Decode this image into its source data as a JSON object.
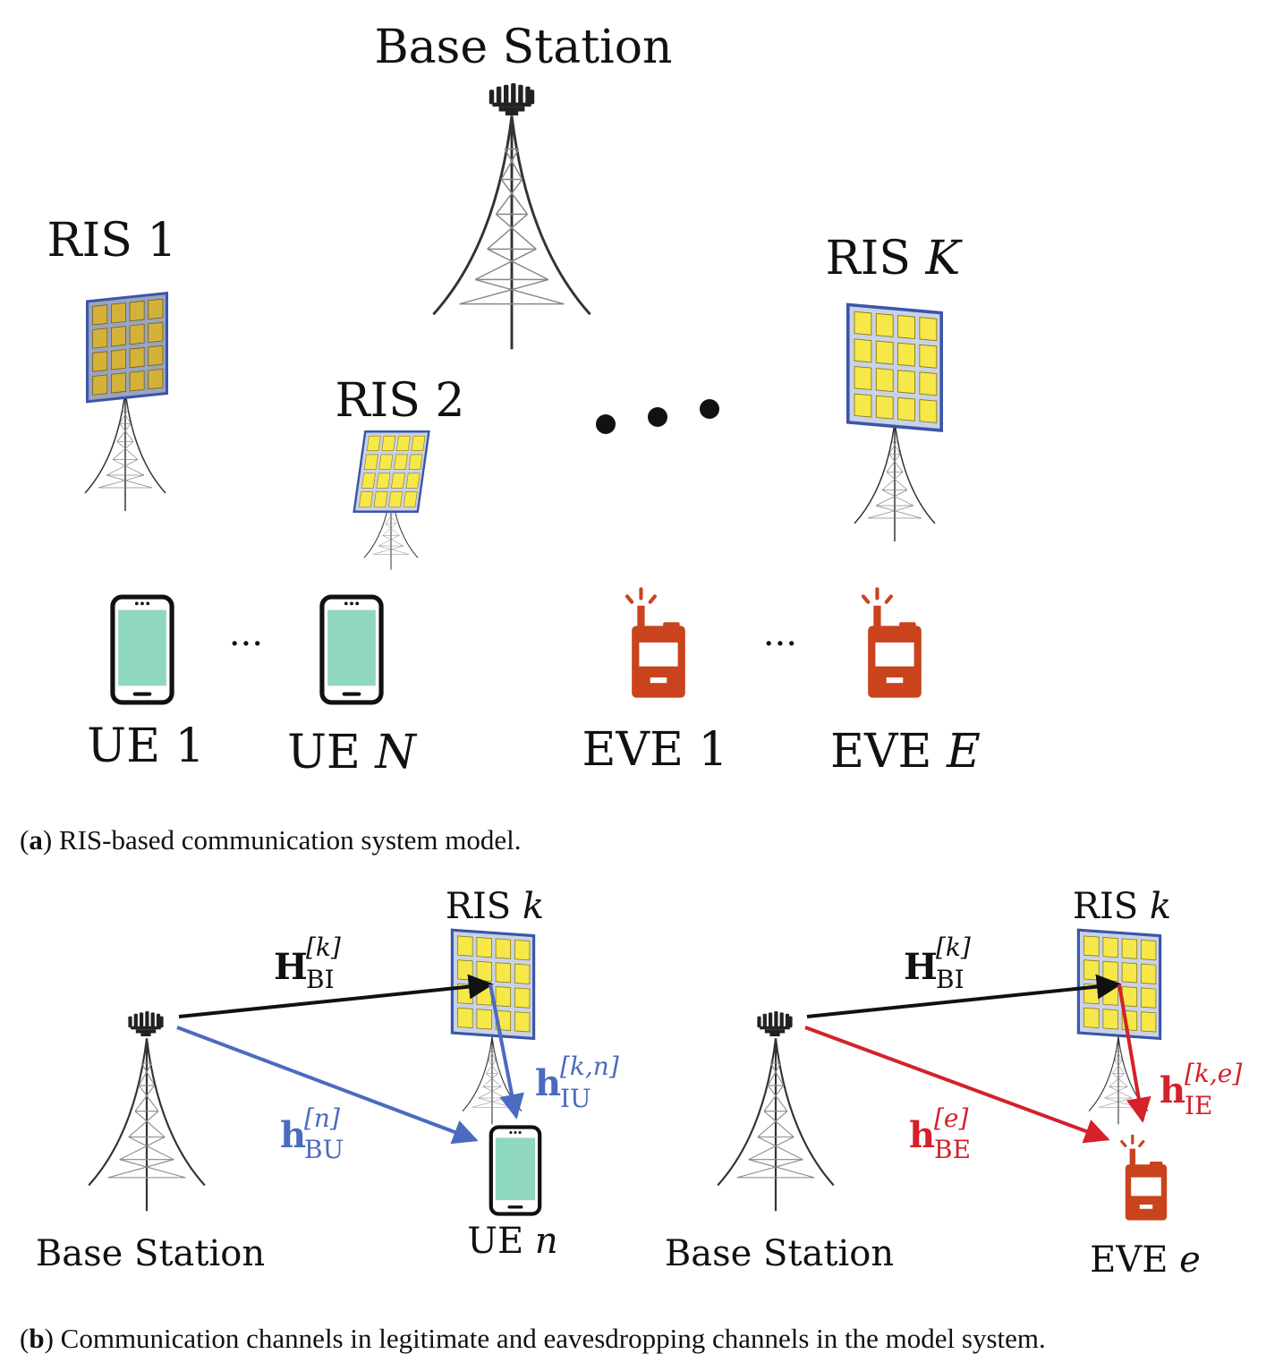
{
  "panel_a": {
    "base_station": "Base Station",
    "ris1": "RIS 1",
    "ris2": "RIS 2",
    "risK": {
      "prefix": "RIS ",
      "var": "K"
    },
    "ue1": "UE 1",
    "ueN": {
      "prefix": "UE ",
      "var": "N"
    },
    "eve1": "EVE 1",
    "eveE": {
      "prefix": "EVE ",
      "var": "E"
    },
    "ellipsis_small": "···",
    "caption": {
      "letter": "a",
      "text": ") RIS-based communication system model."
    }
  },
  "panel_b": {
    "left": {
      "base_station": "Base Station",
      "ris": {
        "prefix": "RIS ",
        "var": "k"
      },
      "ue": {
        "prefix": "UE ",
        "var": "n"
      },
      "h_bi": {
        "base": "H",
        "sup": "[k]",
        "sub": "BI"
      },
      "h_bu": {
        "base": "h",
        "sup": "[n]",
        "sub": "BU"
      },
      "h_iu": {
        "base": "h",
        "sup": "[k,n]",
        "sub": "IU"
      }
    },
    "right": {
      "base_station": "Base Station",
      "ris": {
        "prefix": "RIS ",
        "var": "k"
      },
      "eve": {
        "prefix": "EVE ",
        "var": "e"
      },
      "h_bi": {
        "base": "H",
        "sup": "[k]",
        "sub": "BI"
      },
      "h_be": {
        "base": "h",
        "sup": "[e]",
        "sub": "BE"
      },
      "h_ie": {
        "base": "h",
        "sup": "[k,e]",
        "sub": "IE"
      }
    },
    "caption": {
      "letter": "b",
      "text": ") Communication channels in legitimate and eavesdropping channels in the model system."
    }
  },
  "colors": {
    "legit": "#4a6bbf",
    "eve": "#d4212a",
    "ris_cell": "#f7e84a",
    "ris1_cell": "#d4b23a",
    "ris_frame": "#3b55a8",
    "phone_screen": "#8fd8bf",
    "eve_device": "#c9431c"
  },
  "icons": [
    "tower-icon",
    "ris-panel-icon",
    "phone-icon",
    "eavesdropper-icon"
  ]
}
